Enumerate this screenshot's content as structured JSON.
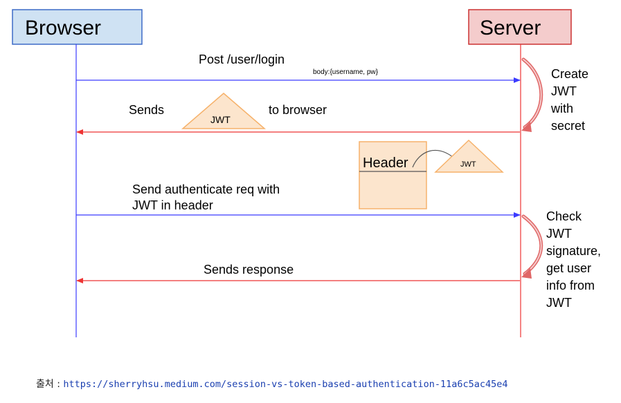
{
  "participants": {
    "browser": "Browser",
    "server": "Server"
  },
  "messages": {
    "login": {
      "label": "Post /user/login",
      "sublabel": "body:{username, pw}"
    },
    "send_jwt": {
      "prefix": "Sends",
      "token": "JWT",
      "suffix": "to browser"
    },
    "auth_request": {
      "line1": "Send authenticate req with",
      "line2": "JWT in header"
    },
    "response": {
      "label": "Sends response"
    }
  },
  "header_box": {
    "label": "Header",
    "token": "JWT"
  },
  "server_notes": {
    "create": [
      "Create",
      "JWT",
      "with",
      "secret"
    ],
    "check": [
      "Check",
      "JWT",
      "signature,",
      "get user",
      "info from",
      "JWT"
    ]
  },
  "caption": {
    "prefix": "출처 : ",
    "url": "https://sherryhsu.medium.com/session-vs-token-based-authentication-11a6c5ac45e4"
  },
  "colors": {
    "browser_fill": "#cfe2f3",
    "browser_border": "#3d6bc7",
    "server_fill": "#f4cccc",
    "server_border": "#cc3333",
    "request_arrow": "#3b3bff",
    "response_arrow": "#ee3333",
    "token_fill": "#fce5cd",
    "token_border": "#f6b26b",
    "curved_arrow": "#e06666"
  }
}
